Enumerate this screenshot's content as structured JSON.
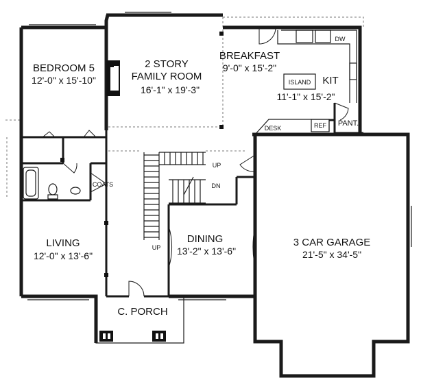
{
  "rooms": {
    "bedroom5": {
      "name": "BEDROOM 5",
      "dims": "12'-0\" x 15'-10\""
    },
    "family": {
      "name_line1": "2 STORY",
      "name_line2": "FAMILY ROOM",
      "dims": "16'-1\" x 19'-3\""
    },
    "breakfast": {
      "name": "BREAKFAST",
      "dims": "9'-0\" x 15'-2\""
    },
    "kitchen": {
      "name": "KIT",
      "dims": "11'-1\" x 15'-2\""
    },
    "living": {
      "name": "LIVING",
      "dims": "12'-0\" x 13'-6\""
    },
    "dining": {
      "name": "DINING",
      "dims": "13'-2\" x 13'-6\""
    },
    "garage": {
      "name": "3 CAR GARAGE",
      "dims": "21'-5\" x 34'-5\""
    },
    "porch": {
      "name": "C. PORCH"
    }
  },
  "fixtures": {
    "island": "ISLAND",
    "dw": "DW",
    "desk": "DESK",
    "ref": "REF",
    "pantry": "PANT.",
    "coats": "COATS"
  },
  "stairs": {
    "up_upper": "UP",
    "down": "DN",
    "up_lower": "UP"
  }
}
